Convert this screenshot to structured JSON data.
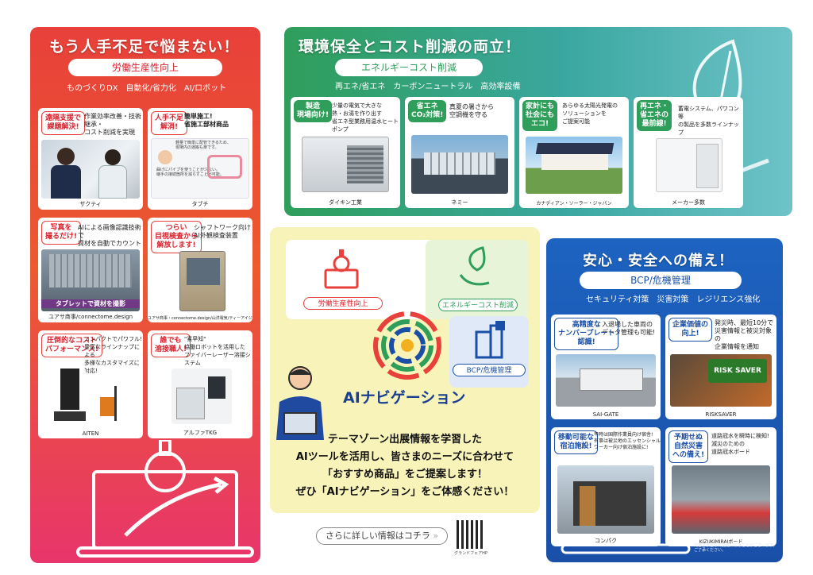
{
  "left": {
    "title": "もう人手不足で悩まない！",
    "pill": "労働生産性向上",
    "sub": "ものづくりDX　自動化/省力化　AI/ロボット",
    "cards": [
      {
        "tag": "遠隔支援で\n課題解決!",
        "desc": "作業効率改善・技術継承・\nコスト削減を実現",
        "caption": "ザクティ"
      },
      {
        "tag": "人手不足\n解消!",
        "desc": "簡単施工!\n省施工部材商品",
        "caption": "タブチ"
      },
      {
        "tag": "写真を\n撮るだけ!",
        "desc": "AIによる画像認識技術で\n資材を自動でカウント",
        "caption": "ユアサ商事/connectome.design",
        "overlay": "タブレットで資材を撮影"
      },
      {
        "tag": "つらい\n目視検査から\n解放します!",
        "desc": "シャフトワーク向け\nAI外観検査装置",
        "caption": "ユアサ商事・connectome.design/山洋電気/ティーアイジー"
      },
      {
        "tag": "圧倒的なコスト\nパフォーマンス!",
        "desc": "コンパクトでパワフル!\n豊富なラインナップによる\n多様なカスタマイズに対応!",
        "caption": "AITEN"
      },
      {
        "tag": "誰でも\n溶接職人!",
        "desc": "\"素早知\"\n協働ロボットを活用した\nファイバーレーザー溶接システム",
        "caption": "アルファTKG"
      }
    ],
    "insert_text": "軽量で簡単に配管できるため、\n現場内の運搬も楽です。",
    "insert_text2": "曲げにパイプを使うことが少ない。\n継手の接続箇所を減らすことが可能。"
  },
  "top": {
    "title": "環境保全とコスト削減の両立！",
    "pill": "エネルギーコスト削減",
    "sub": "再エネ/省エネ　カーボンニュートラル　高効率設備",
    "cards": [
      {
        "tag": "製造\n現場向け!",
        "desc": "少量の電気で大きな\n熱・お湯を作り出す\n省エネ型業務用温水ヒートポンプ",
        "caption": "ダイキン工業"
      },
      {
        "tag": "省エネ\nCO₂対策!",
        "desc": "真夏の暑さから\n空調機を守る",
        "caption": "ネミー"
      },
      {
        "tag": "家計にも\n社会にも\nエコ!",
        "desc": "あらゆる太陽光発電の\nソリューションを\nご提案可能",
        "caption": "カナディアン・ソーラー・ジャパン"
      },
      {
        "tag": "再エネ・\n省エネの\n最前線!",
        "desc": "蓄電システム、パワコン等\nの製品を多数ラインナップ",
        "caption": "メーカー多数"
      }
    ]
  },
  "center": {
    "labels": [
      "労働生産性向上",
      "エネルギーコスト削減",
      "BCP/危機管理"
    ],
    "ai_title": "AIナビゲーション",
    "lines": [
      "テーマゾーン出展情報を学習した",
      "AIツールを活用し、皆さまのニーズに合わせて",
      "「おすすめ商品」をご提案します！",
      "ぜひ「AIナビゲーション」をご体感ください！"
    ],
    "more_button": "さらに詳しい情報はコチラ",
    "qr_caption": "グランドフェアHP"
  },
  "right": {
    "title": "安心・安全への備え！",
    "pill": "BCP/危機管理",
    "sub": "セキュリティ対策　災害対策　レジリエンス強化",
    "cards": [
      {
        "tag": "高精度な\nナンバープレート\n認識!",
        "desc": "入退場した車両の\nデータ管理も可能!",
        "caption": "SAI-GATE"
      },
      {
        "tag": "企業価値の\n向上!",
        "desc": "発災時、最短10分で\n災害情報と被災対象の\n企業情報を通知",
        "caption": "RISKSAVER",
        "logo": "RISK SAVER"
      },
      {
        "tag": "移動可能な\n宿泊施設!",
        "desc": "平時は国際作業員向け宿舎!\n有事は被災地のエッセンシャル\nワーカー向け宿泊施設に!",
        "caption": "コンパク"
      },
      {
        "tag": "予期せぬ\n自然災害\nへの備え!",
        "desc": "道路冠水を瞬時に検知!\n減災のための\n道路冠水ボード",
        "caption": "KIZUKIMIRAIボード"
      }
    ],
    "note": "内容は予告なく変更になることがございます。\nご了承ください。"
  },
  "colors": {
    "red": "#e8403a",
    "green": "#2f9e5a",
    "blue": "#1a4fa8",
    "yellow": "#f8f3b9"
  }
}
